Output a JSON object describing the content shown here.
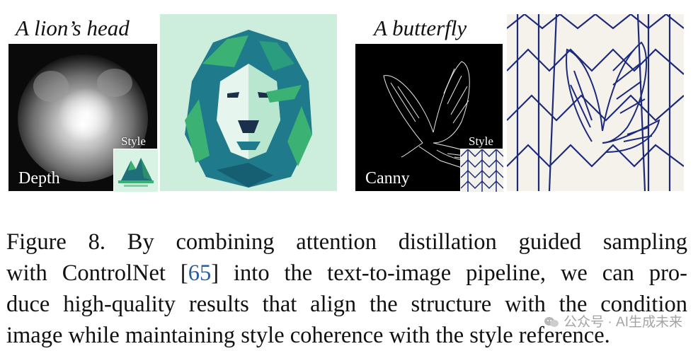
{
  "figure": {
    "lion": {
      "title": "A lion’s head",
      "condition_label": "Depth",
      "style_label": "Style"
    },
    "butterfly": {
      "title": "A butterfly",
      "condition_label": "Canny",
      "style_label": "Style"
    }
  },
  "caption": {
    "line1": "Figure 8.  By combining attention distillation guided sampling",
    "line2_pre": "with ControlNet [",
    "line2_cite": "65",
    "line2_post": "] into the text-to-image pipeline, we can pro-",
    "line3": "duce high-quality results that align the structure with the condition",
    "line4": "image while maintaining style coherence with the style reference."
  },
  "watermark": {
    "text": "公众号 · AI生成未来"
  },
  "colors": {
    "lion_bg": "#cdeedd",
    "lion_teal": "#1f7a8c",
    "lion_green": "#3bb273",
    "butterfly_ink": "#1d2a7a",
    "citation": "#2a5d9e"
  }
}
